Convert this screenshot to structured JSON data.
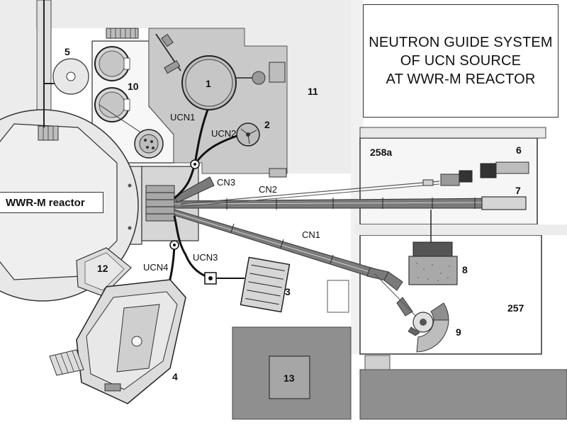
{
  "title": {
    "lines": [
      "NEUTRON GUIDE SYSTEM",
      "OF UCN SOURCE",
      "AT WWR-M REACTOR"
    ]
  },
  "reactor_label": "WWR-M reactor",
  "guide_labels": {
    "ucn1": "UCN1",
    "ucn2": "UCN2",
    "ucn3": "UCN3",
    "ucn4": "UCN4",
    "cn1": "CN1",
    "cn2": "CN2",
    "cn3": "CN3"
  },
  "numbers": {
    "n1": "1",
    "n2": "2",
    "n3": "3",
    "n4": "4",
    "n5": "5",
    "n6": "6",
    "n7": "7",
    "n8": "8",
    "n9": "9",
    "n10": "10",
    "n11": "11",
    "n12": "12",
    "n13": "13"
  },
  "rooms": {
    "r258a": "258a",
    "r257": "257"
  },
  "colors": {
    "light_gray": "#e8e8e8",
    "mid_gray": "#c9c9c9",
    "dark_gray": "#8f8f8f",
    "guide_gray": "#7a7a7a",
    "line_dark": "#222222"
  }
}
